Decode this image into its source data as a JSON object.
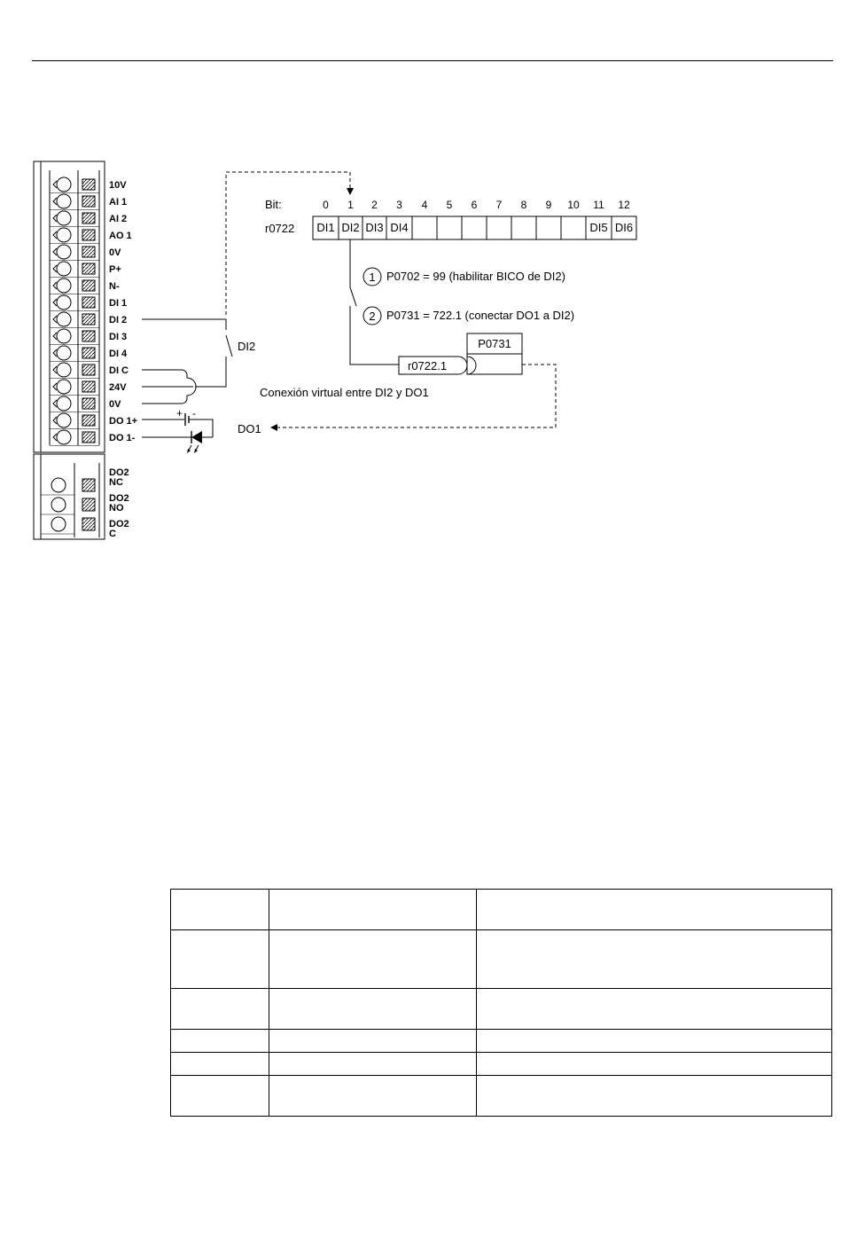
{
  "terminal_labels": [
    "10V",
    "AI 1",
    "AI 2",
    "AO 1",
    "0V",
    "P+",
    "N-",
    "DI 1",
    "DI 2",
    "DI 3",
    "DI 4",
    "DI C",
    "24V",
    "0V",
    "DO 1+",
    "DO 1-"
  ],
  "relay_labels": [
    [
      "DO2",
      "NC"
    ],
    [
      "DO2",
      "NO"
    ],
    [
      "DO2",
      "C"
    ]
  ],
  "register": {
    "bit_label": "Bit:",
    "bits": [
      "0",
      "1",
      "2",
      "3",
      "4",
      "5",
      "6",
      "7",
      "8",
      "9",
      "10",
      "11",
      "12"
    ],
    "name": "r0722",
    "cells": [
      "DI1",
      "DI2",
      "DI3",
      "DI4",
      "",
      "",
      "",
      "",
      "",
      "",
      "",
      "DI5",
      "DI6"
    ]
  },
  "steps": [
    {
      "num": "1",
      "text": "P0702 = 99 (habilitar BICO de DI2)"
    },
    {
      "num": "2",
      "text": "P0731 = 722.1 (conectar DO1 a DI2)"
    }
  ],
  "block": {
    "param": "P0731",
    "input": "r0722.1"
  },
  "labels": {
    "di2": "DI2",
    "do1": "DO1",
    "virtual_connection": "Conexión virtual entre DI2 y DO1",
    "plus": "+",
    "minus": "-"
  },
  "table_rows": [
    [
      "",
      "",
      ""
    ],
    [
      "",
      "",
      ""
    ],
    [
      "",
      "",
      ""
    ],
    [
      "",
      "",
      ""
    ],
    [
      "",
      "",
      ""
    ],
    [
      "",
      "",
      ""
    ]
  ]
}
